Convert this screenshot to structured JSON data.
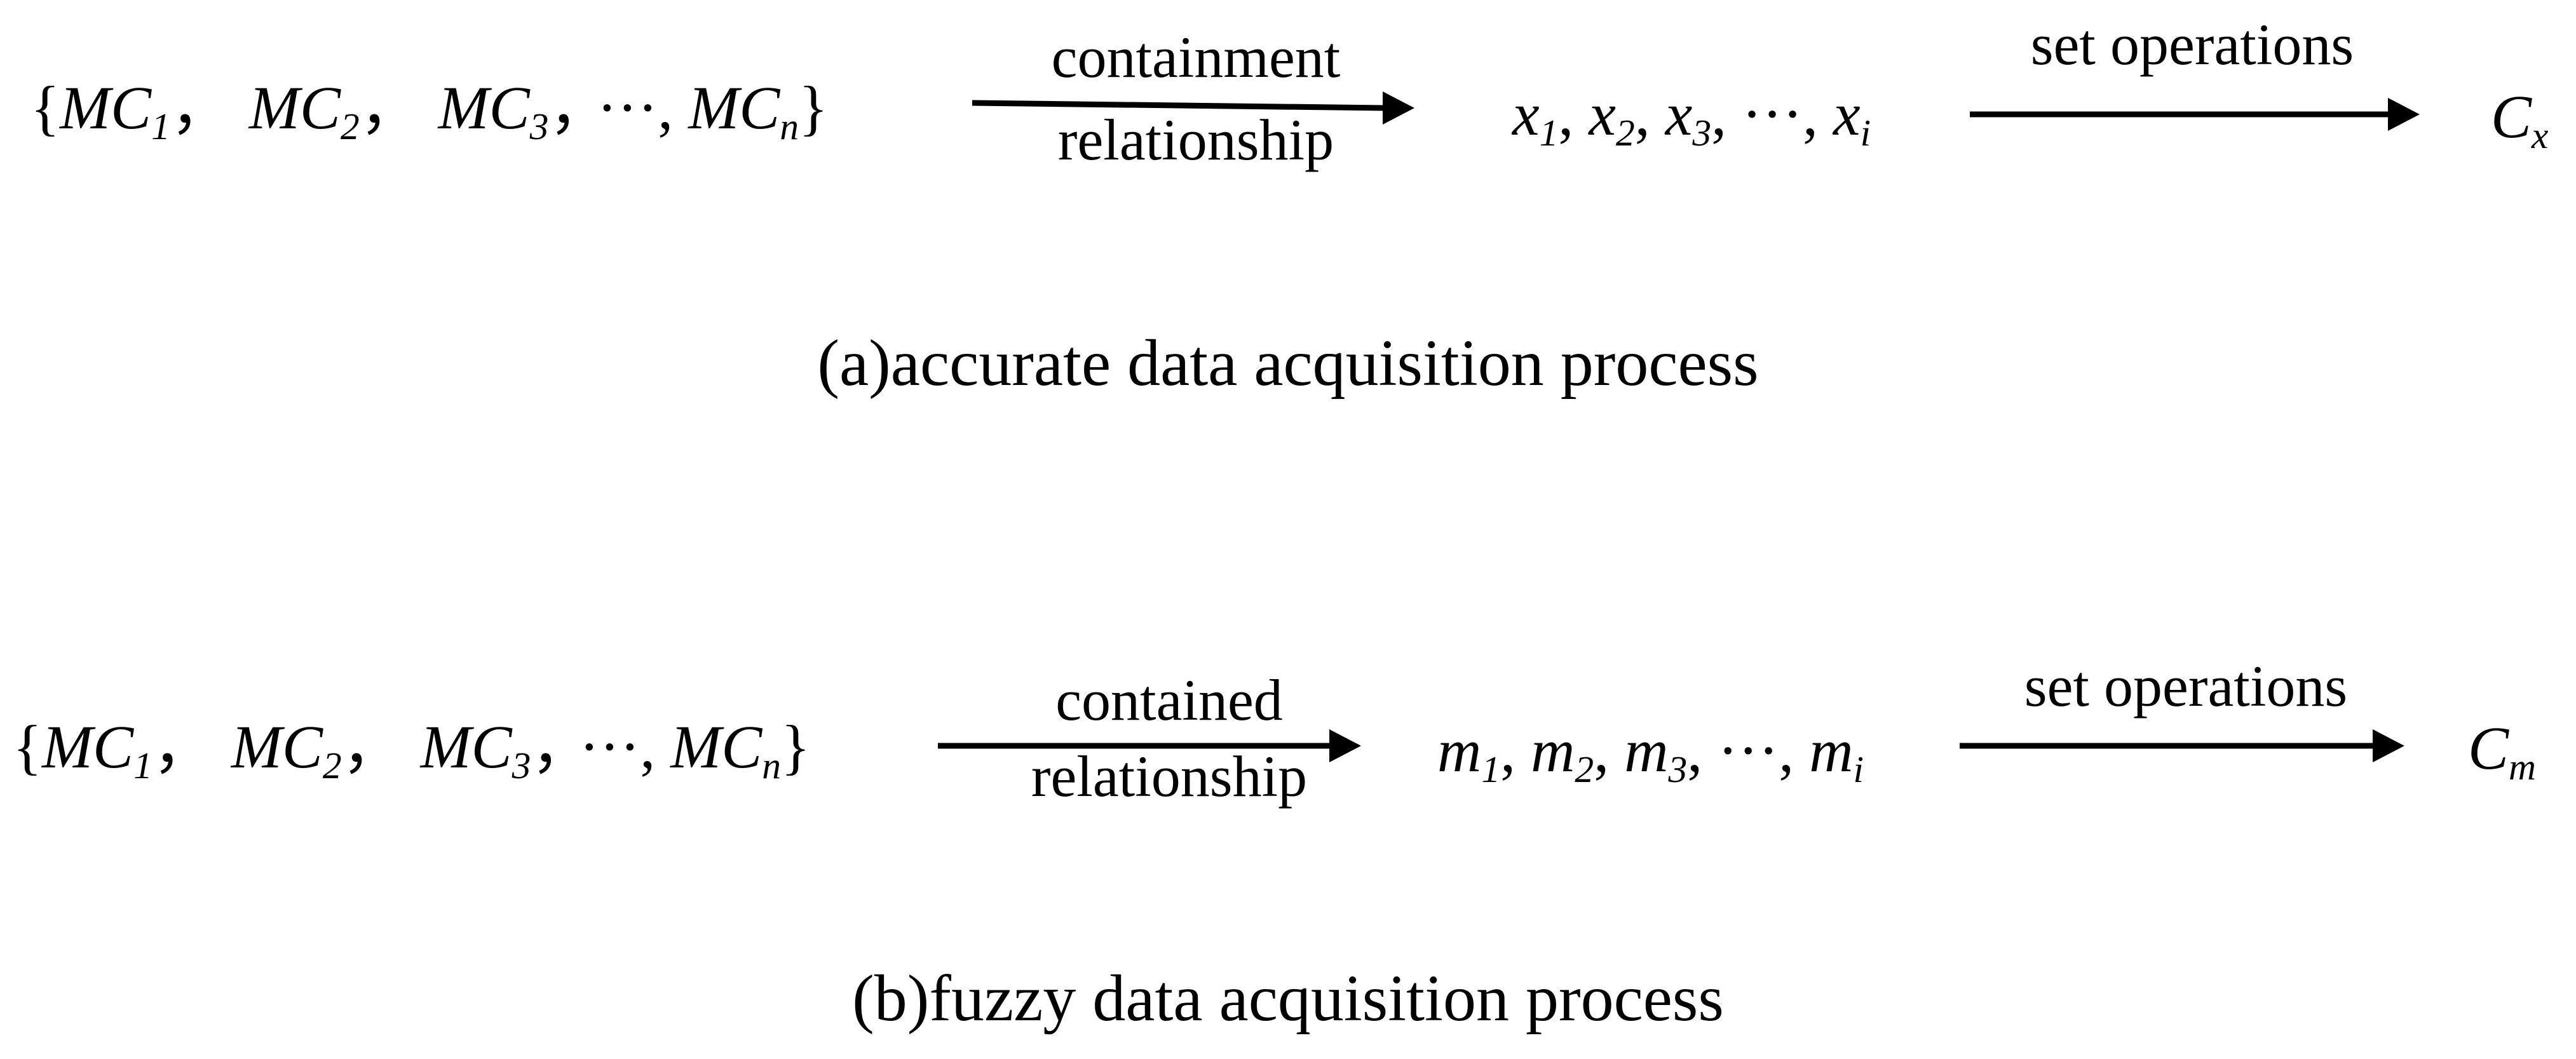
{
  "panel_a": {
    "input_set": {
      "open_brace": "{",
      "close_brace": "}",
      "items": [
        {
          "base": "MC",
          "sub": "1",
          "sep": "，"
        },
        {
          "base": "MC",
          "sub": "2",
          "sep": "，"
        },
        {
          "base": "MC",
          "sub": "3",
          "sep": "，"
        },
        {
          "ellipsis": "···",
          "sep": ", "
        },
        {
          "base": "MC",
          "sub": "n",
          "sep": ""
        }
      ]
    },
    "arrow1_label_top": "containment",
    "arrow1_label_bottom": "relationship",
    "middle_seq": {
      "items": [
        {
          "base": "x",
          "sub": "1",
          "sep": ", "
        },
        {
          "base": "x",
          "sub": "2",
          "sep": ", "
        },
        {
          "base": "x",
          "sub": "3",
          "sep": ", "
        },
        {
          "ellipsis": "···",
          "sep": ", "
        },
        {
          "base": "x",
          "sub": "i",
          "sep": ""
        }
      ]
    },
    "arrow2_label": "set operations",
    "result": {
      "base": "C",
      "sub": "x"
    },
    "caption": "(a)accurate data acquisition process"
  },
  "panel_b": {
    "input_set": {
      "open_brace": "{",
      "close_brace": "}",
      "items": [
        {
          "base": "MC",
          "sub": "1",
          "sep": "，"
        },
        {
          "base": "MC",
          "sub": "2",
          "sep": "，"
        },
        {
          "base": "MC",
          "sub": "3",
          "sep": "，"
        },
        {
          "ellipsis": "···",
          "sep": ", "
        },
        {
          "base": "MC",
          "sub": "n",
          "sep": ""
        }
      ]
    },
    "arrow1_label_top": "contained",
    "arrow1_label_bottom": "relationship",
    "middle_seq": {
      "items": [
        {
          "base": "m",
          "sub": "1",
          "sep": ", "
        },
        {
          "base": "m",
          "sub": "2",
          "sep": ", "
        },
        {
          "base": "m",
          "sub": "3",
          "sep": ", "
        },
        {
          "ellipsis": "···",
          "sep": ", "
        },
        {
          "base": "m",
          "sub": "i",
          "sep": ""
        }
      ]
    },
    "arrow2_label": "set operations",
    "result": {
      "base": "C",
      "sub": "m"
    },
    "caption": "(b)fuzzy data acquisition process"
  }
}
